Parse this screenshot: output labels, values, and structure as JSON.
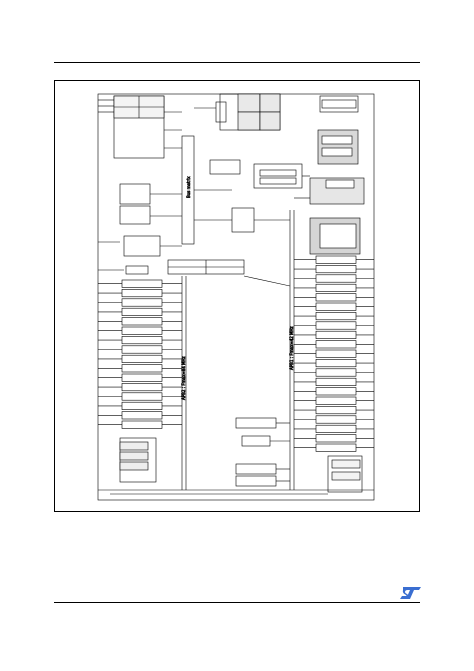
{
  "diagram": {
    "labels": {
      "bus_matrix": "Bus matrix",
      "apb2": "APB2 : Fmax=84 MHz",
      "apb1": "APB1 : Fmax=42 MHz"
    },
    "left_peripheral_count": 16,
    "right_peripheral_count": 21
  },
  "logo": {
    "color": "#3a6ed1",
    "icon": "st-logo"
  }
}
